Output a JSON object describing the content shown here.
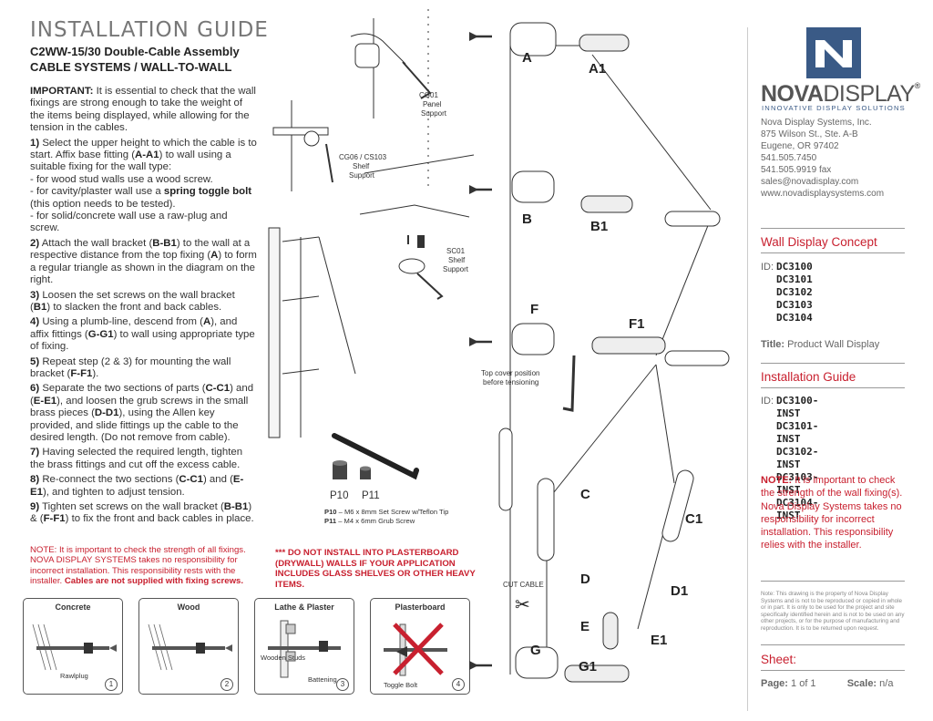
{
  "header": {
    "title": "INSTALLATION GUIDE",
    "subtitle1": "C2WW-15/30 Double-Cable Assembly",
    "subtitle2": "CABLE SYSTEMS / WALL-TO-WALL"
  },
  "instructions": {
    "important_label": "IMPORTANT:",
    "important_text": "It is essential to check that the wall fixings are strong enough to take the weight of the items being displayed, while allowing for the tension in the cables.",
    "step1_num": "1)",
    "step1_a": "Select the upper height to which the cable is to start. Affix base fitting (",
    "step1_code": "A-A1",
    "step1_b": ") to wall using a suitable fixing for the wall type:",
    "step1_l1": "- for wood stud walls use a wood screw.",
    "step1_l2a": "- for cavity/plaster wall use a ",
    "step1_l2b": "spring toggle bolt",
    "step1_l2c": " (this option needs to be tested).",
    "step1_l3": "- for solid/concrete wall use a raw-plug and screw.",
    "step2_num": "2)",
    "step2_a": "Attach the wall bracket (",
    "step2_code": "B-B1",
    "step2_b": ") to the wall at a respective distance from the top fixing (",
    "step2_code2": "A",
    "step2_c": ") to form a regular triangle as shown in the diagram on the right.",
    "step3_num": "3)",
    "step3_a": "Loosen the set screws on the wall bracket (",
    "step3_code": "B1",
    "step3_b": ") to slacken the front and back cables.",
    "step4_num": "4)",
    "step4_a": "Using a plumb-line, descend from (",
    "step4_code": "A",
    "step4_b": "), and affix fittings (",
    "step4_code2": "G-G1",
    "step4_c": ") to wall using appropriate type of fixing.",
    "step5_num": "5)",
    "step5_a": "Repeat step (2 & 3) for mounting the wall bracket (",
    "step5_code": "F-F1",
    "step5_b": ").",
    "step6_num": "6)",
    "step6_a": "Separate the two sections of parts (",
    "step6_code": "C-C1",
    "step6_b": ") and (",
    "step6_code2": "E-E1",
    "step6_c": "), and loosen the grub screws in the small brass pieces (",
    "step6_code3": "D-D1",
    "step6_d": "), using the Allen key provided, and slide fittings up the cable to the desired length. (Do not remove from cable).",
    "step7_num": "7)",
    "step7_a": "Having selected the required length, tighten the brass fittings and cut off the excess cable.",
    "step8_num": "8)",
    "step8_a": "Re-connect the two sections (",
    "step8_code": "C-C1",
    "step8_b": ") and (",
    "step8_code2": "E-E1",
    "step8_c": "), and tighten to adjust tension.",
    "step9_num": "9)",
    "step9_a": "Tighten set screws on the wall bracket (",
    "step9_code": "B-B1",
    "step9_b": ") & (",
    "step9_code2": "F-F1",
    "step9_c": ") to fix the front and back cables in place."
  },
  "warning_left": {
    "note_label": "NOTE:",
    "text1": "It is important to check the strength of all fixings. NOVA DISPLAY SYSTEMS takes no responsibility for incorrect installation. This responsibility rests with the installer.",
    "text2": "Cables are not supplied with fixing screws."
  },
  "warning_center": {
    "text": "*** DO NOT INSTALL INTO PLASTERBOARD (DRYWALL) WALLS IF YOUR APPLICATION INCLUDES GLASS SHELVES OR OTHER HEAVY ITEMS."
  },
  "screws": {
    "p10": "P10",
    "p11": "P11",
    "p10_desc_label": "P10",
    "p10_desc": " – M6 x 8mm Set Screw w/Teflon Tip",
    "p11_desc_label": "P11",
    "p11_desc": " – M4 x 6mm Grub Screw"
  },
  "panels": [
    {
      "title": "Concrete",
      "caption": "Rawlplug",
      "num": "1"
    },
    {
      "title": "Wood",
      "caption": "",
      "num": "2"
    },
    {
      "title": "Lathe & Plaster",
      "caption": "Wooden Studs",
      "caption2": "Battening",
      "num": "3"
    },
    {
      "title": "Plasterboard",
      "caption": "Toggle Bolt",
      "num": "4"
    }
  ],
  "diagram": {
    "cg01": "CG01",
    "cg01_sub1": "Panel",
    "cg01_sub2": "Support",
    "cg06": "CG06 / CS103",
    "cg06_sub1": "Shelf",
    "cg06_sub2": "Support",
    "sc01": "SC01",
    "sc01_sub1": "Shelf",
    "sc01_sub2": "Support",
    "top_cover1": "Top cover position",
    "top_cover2": "before tensioning",
    "cut_cable": "CUT CABLE",
    "labels": {
      "A": "A",
      "A1": "A1",
      "B": "B",
      "B1": "B1",
      "F": "F",
      "F1": "F1",
      "C": "C",
      "C1": "C1",
      "D": "D",
      "D1": "D1",
      "E": "E",
      "E1": "E1",
      "G": "G",
      "G1": "G1"
    }
  },
  "company": {
    "logo_word1": "NOVA",
    "logo_word2": "DISPLAY",
    "logo_mark": "®",
    "tagline": "INNOVATIVE DISPLAY SOLUTIONS",
    "name": "Nova Display Systems, Inc.",
    "street": "875 Wilson St., Ste. A-B",
    "city": "Eugene, OR 97402",
    "phone": "541.505.7450",
    "fax": "541.505.9919 fax",
    "email": "sales@novadisplay.com",
    "web": "www.novadisplaysystems.com"
  },
  "concept": {
    "heading": "Wall Display Concept",
    "id_label": "ID:",
    "ids": [
      "DC3100",
      "DC3101",
      "DC3102",
      "DC3103",
      "DC3104"
    ],
    "title_label": "Title:",
    "title_value": "Product Wall Display"
  },
  "install": {
    "heading": "Installation Guide",
    "id_label": "ID:",
    "ids": [
      "DC3100-INST",
      "DC3101-INST",
      "DC3102-INST",
      "DC3103-INST",
      "DC3104-INST"
    ]
  },
  "note_right": {
    "label": "NOTE:",
    "text": "It is important to check the strength of the wall fixing(s). Nova Display Systems takes no responsibility for incorrect installation. This responsibility relies with the installer."
  },
  "legal": "Note: This drawing is the property of Nova Display Systems and is not to be reproduced or copied in whole or in part. It is only to be used for the project and site specifically identified herein and is not to be used on any other projects, or for the purpose of manufacturing and reproduction. It is to be returned upon request.",
  "sheet": {
    "heading": "Sheet:",
    "page_label": "Page:",
    "page_value": "1 of 1",
    "scale_label": "Scale:",
    "scale_value": "n/a"
  },
  "colors": {
    "accent": "#c8202f",
    "logo_blue": "#3a5a86",
    "text": "#333333"
  }
}
